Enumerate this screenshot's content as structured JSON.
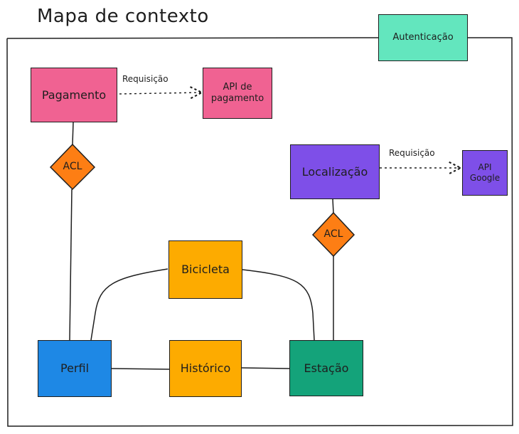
{
  "title": "Mapa de contexto",
  "colors": {
    "pagamento": "#f06292",
    "localizacao": "#7e4fe8",
    "laranja": "#fdab00",
    "diamante": "#fd7e14",
    "perfil": "#1e88e5",
    "estacao": "#14a37a",
    "autenticacao": "#63e6be",
    "linha": "#1e1e1e"
  },
  "nodes": {
    "autenticacao": "Autenticação",
    "pagamento": "Pagamento",
    "api_pagamento": "API de pagamento",
    "localizacao": "Localização",
    "api_google": "API Google",
    "bicicleta": "Bicicleta",
    "perfil": "Perfil",
    "historico": "Histórico",
    "estacao": "Estação"
  },
  "acl_left": "ACL",
  "acl_right": "ACL",
  "requisicao_pagamento": "Requisição",
  "requisicao_google": "Requisição"
}
